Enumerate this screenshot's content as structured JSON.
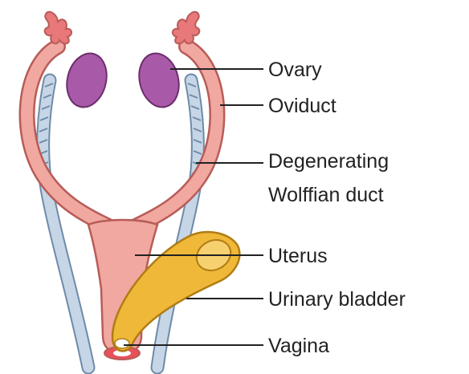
{
  "labels": {
    "ovary": "Ovary",
    "oviduct": "Oviduct",
    "degenerating_wolffian_duct_line1": "Degenerating",
    "degenerating_wolffian_duct_line2": "Wolffian duct",
    "uterus": "Uterus",
    "urinary_bladder": "Urinary bladder",
    "vagina": "Vagina"
  },
  "colors": {
    "mullerian_tissue": "#f0a8a0",
    "mullerian_outline": "#b85c58",
    "fimbria": "#e8787a",
    "ovary": "#a85aa8",
    "wolffian_duct": "#c6d6e6",
    "wolffian_outline": "#6f8aa8",
    "bladder": "#f0b838",
    "bladder_outline": "#b07c14",
    "leader_line": "#222222"
  }
}
